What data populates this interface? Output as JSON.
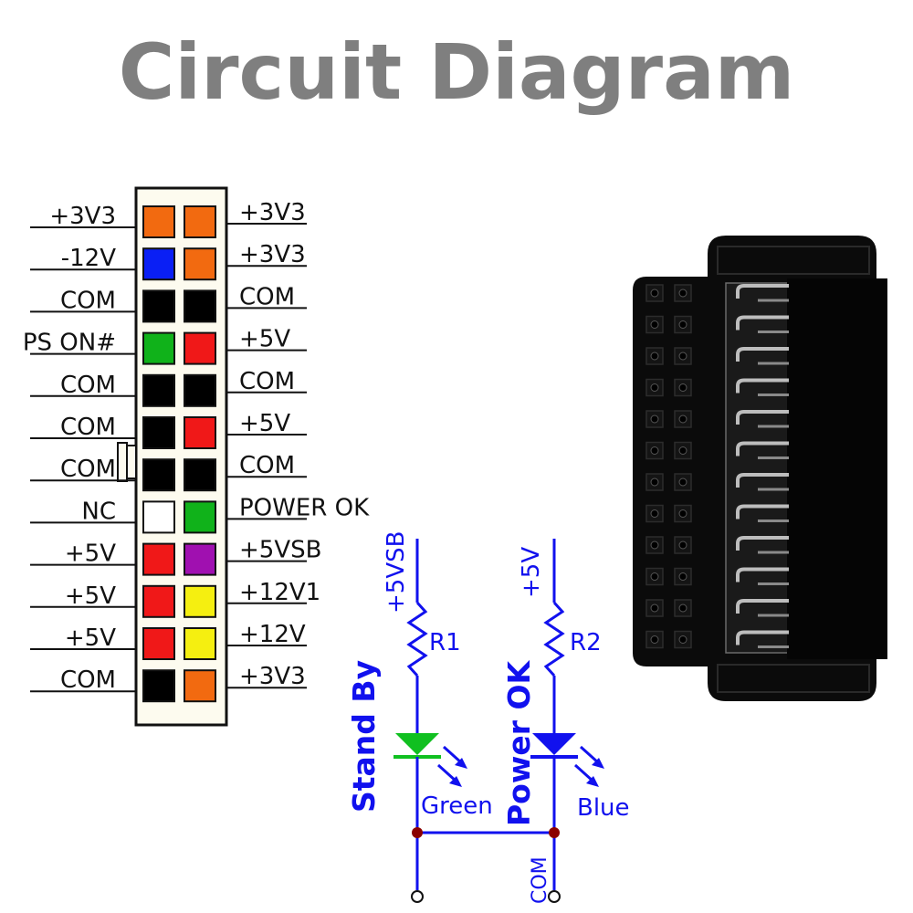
{
  "title": "Circuit Diagram",
  "connector": {
    "left_labels": [
      "+3V3",
      "-12V",
      "COM",
      "PS ON#",
      "COM",
      "COM",
      "COM",
      "NC",
      "+5V",
      "+5V",
      "+5V",
      "COM"
    ],
    "right_labels": [
      "+3V3",
      "+3V3",
      "COM",
      "+5V",
      "COM",
      "+5V",
      "COM",
      "POWER OK",
      "+5VSB",
      "+12V1",
      "+12V",
      "+3V3"
    ],
    "left_colors": [
      "#f26a10",
      "#0a1ff5",
      "#000000",
      "#10b21a",
      "#000000",
      "#000000",
      "#000000",
      "#ffffff",
      "#f01818",
      "#f01818",
      "#f01818",
      "#000000"
    ],
    "right_colors": [
      "#f26a10",
      "#f26a10",
      "#000000",
      "#f01818",
      "#000000",
      "#f01818",
      "#000000",
      "#10b21a",
      "#a010b0",
      "#f5ef10",
      "#f5ef10",
      "#f26a10"
    ]
  },
  "circuit": {
    "supply_left": "+5VSB",
    "supply_right": "+5V",
    "r1": "R1",
    "r2": "R2",
    "led_left_label": "Stand By",
    "led_right_label": "Power OK",
    "led_left_color_name": "Green",
    "led_right_color_name": "Blue",
    "ground": "COM",
    "wire_color": "#1111ee",
    "led_left_color": "#10c020",
    "led_right_color": "#1111ee",
    "junction_color": "#8b0000"
  }
}
